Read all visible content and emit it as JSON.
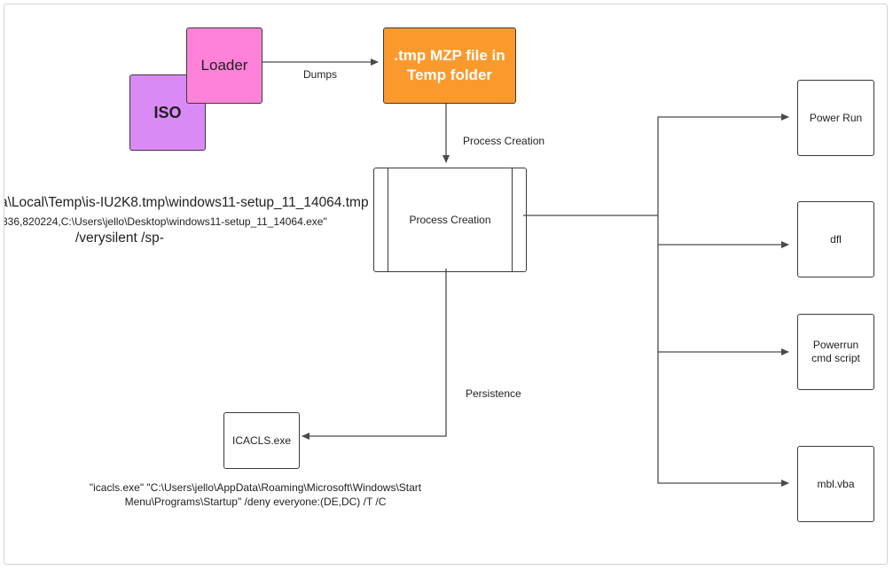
{
  "colors": {
    "iso": "#da8af5",
    "loader": "#ff82d9",
    "tmp": "#fb9a2c",
    "edge": "#4a4a4a"
  },
  "nodes": {
    "iso": "ISO",
    "loader": "Loader",
    "tmp_file": ".tmp MZP file in Temp folder",
    "process": "Process Creation",
    "icacls": "ICACLS.exe",
    "power_run": "Power Run",
    "dfl": "dfl",
    "powerrun_script": "Powerrun cmd script",
    "mbl_vba": "mbl.vba"
  },
  "edges": {
    "dumps": "Dumps",
    "process_creation": "Process Creation",
    "persistence": "Persistence"
  },
  "annotations": {
    "command_line_1": "a\\Local\\Temp\\is-IU2K8.tmp\\windows11-setup_11_14064.tmp",
    "command_line_2": "336,820224,C:\\Users\\jello\\Desktop\\windows11-setup_11_14064.exe\"",
    "command_line_3": "/verysilent /sp-",
    "icacls_command": "\"icacls.exe\" \"C:\\Users\\jello\\AppData\\Roaming\\Microsoft\\Windows\\Start\nMenu\\Programs\\Startup\" /deny everyone:(DE,DC) /T /C"
  }
}
